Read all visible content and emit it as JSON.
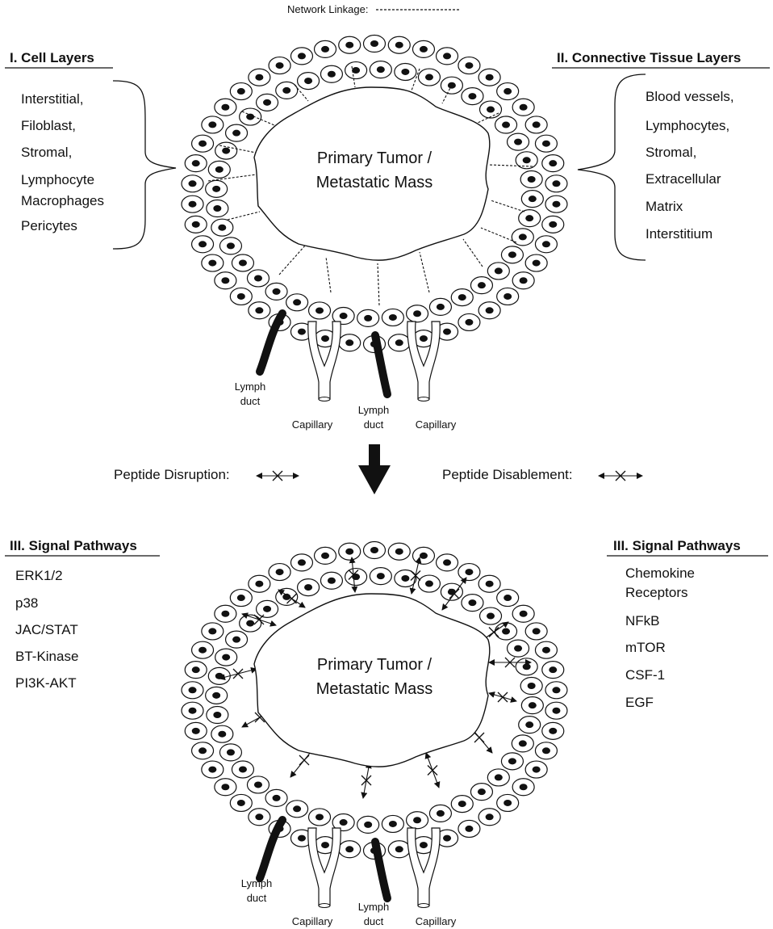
{
  "legend_top": {
    "network_linkage": "Network Linkage:"
  },
  "top_panel": {
    "left": {
      "title": "I. Cell Layers",
      "items": [
        "Interstitial,",
        "Filoblast,",
        "Stromal,",
        "Lymphocyte",
        "Macrophages",
        "Pericytes"
      ]
    },
    "right": {
      "title": "II. Connective Tissue Layers",
      "items": [
        "Blood vessels,",
        "Lymphocytes,",
        "Stromal,",
        "Extracellular",
        "Matrix",
        "Interstitium"
      ]
    },
    "center": [
      "Primary Tumor /",
      "Metastatic Mass"
    ],
    "vessels": {
      "lymph1": [
        "Lymph",
        "duct"
      ],
      "lymph2": [
        "Lymph",
        "duct"
      ],
      "cap1": "Capillary",
      "cap2": "Capillary"
    }
  },
  "middle_legend": {
    "disruption": "Peptide Disruption:",
    "disablement": "Peptide Disablement:"
  },
  "bottom_panel": {
    "left": {
      "title": "III. Signal Pathways",
      "items": [
        "ERK1/2",
        "p38",
        "JAC/STAT",
        "BT-Kinase",
        "PI3K-AKT"
      ]
    },
    "right": {
      "title": "III. Signal Pathways",
      "items": [
        "Chemokine",
        "Receptors",
        "NFkB",
        "mTOR",
        "CSF-1",
        "EGF"
      ]
    },
    "center": [
      "Primary Tumor /",
      "Metastatic Mass"
    ],
    "vessels": {
      "lymph1": [
        "Lymph",
        "duct"
      ],
      "lymph2": [
        "Lymph",
        "duct"
      ],
      "cap1": "Capillary",
      "cap2": "Capillary"
    }
  }
}
